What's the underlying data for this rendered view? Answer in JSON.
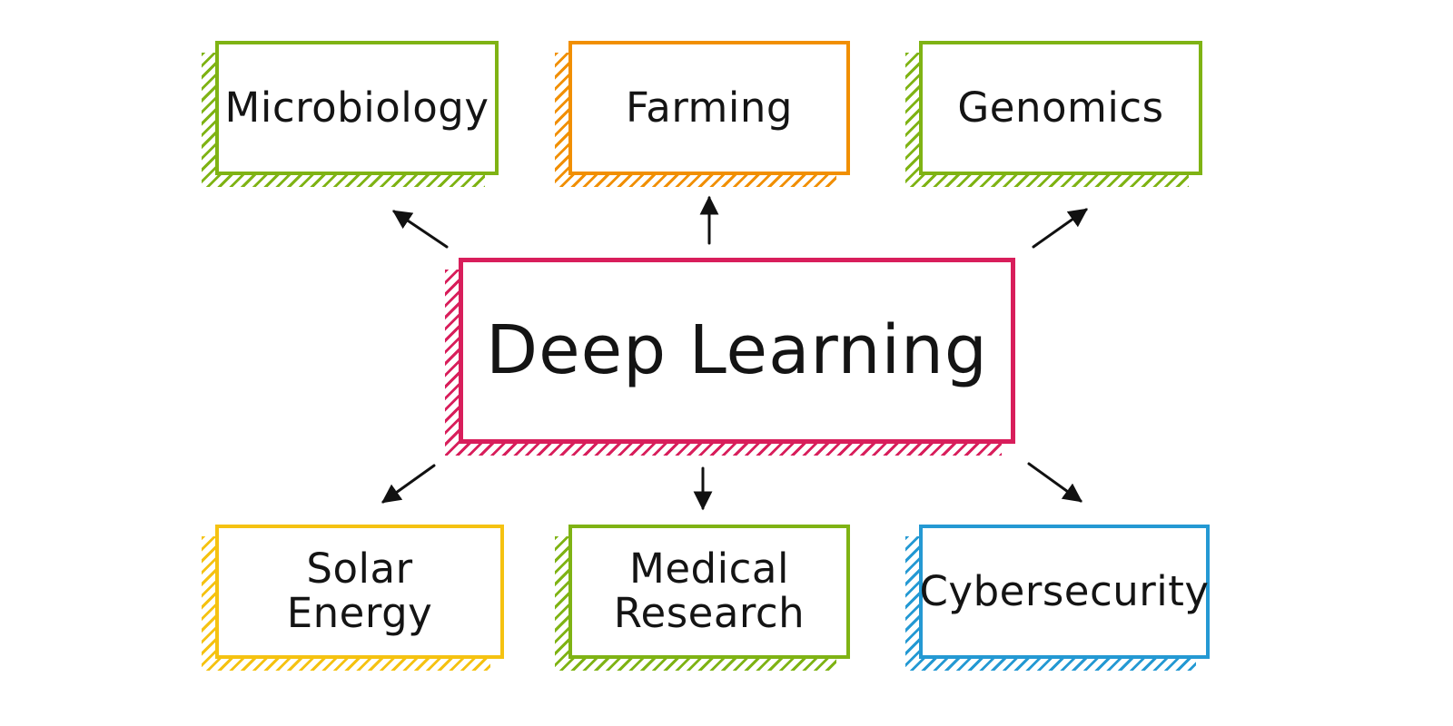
{
  "diagram": {
    "type": "mind-map",
    "center": {
      "label": "Deep Learning",
      "color": "#d81e5b"
    },
    "nodes": [
      {
        "id": "microbiology",
        "label": "Microbiology",
        "color": "#7fb314"
      },
      {
        "id": "farming",
        "label": "Farming",
        "color": "#f18f01"
      },
      {
        "id": "genomics",
        "label": "Genomics",
        "color": "#7fb314"
      },
      {
        "id": "solar-energy",
        "label": "Solar Energy",
        "color": "#f5c211"
      },
      {
        "id": "medical-research",
        "label": "Medical Research",
        "color": "#7fb314"
      },
      {
        "id": "cybersecurity",
        "label": "Cybersecurity",
        "color": "#2499d3"
      }
    ],
    "edges": [
      "Deep Learning -> Microbiology",
      "Deep Learning -> Farming",
      "Deep Learning -> Genomics",
      "Deep Learning -> Solar Energy",
      "Deep Learning -> Medical Research",
      "Deep Learning -> Cybersecurity"
    ],
    "arrow_color": "#111111",
    "background_color": "#ffffff"
  }
}
